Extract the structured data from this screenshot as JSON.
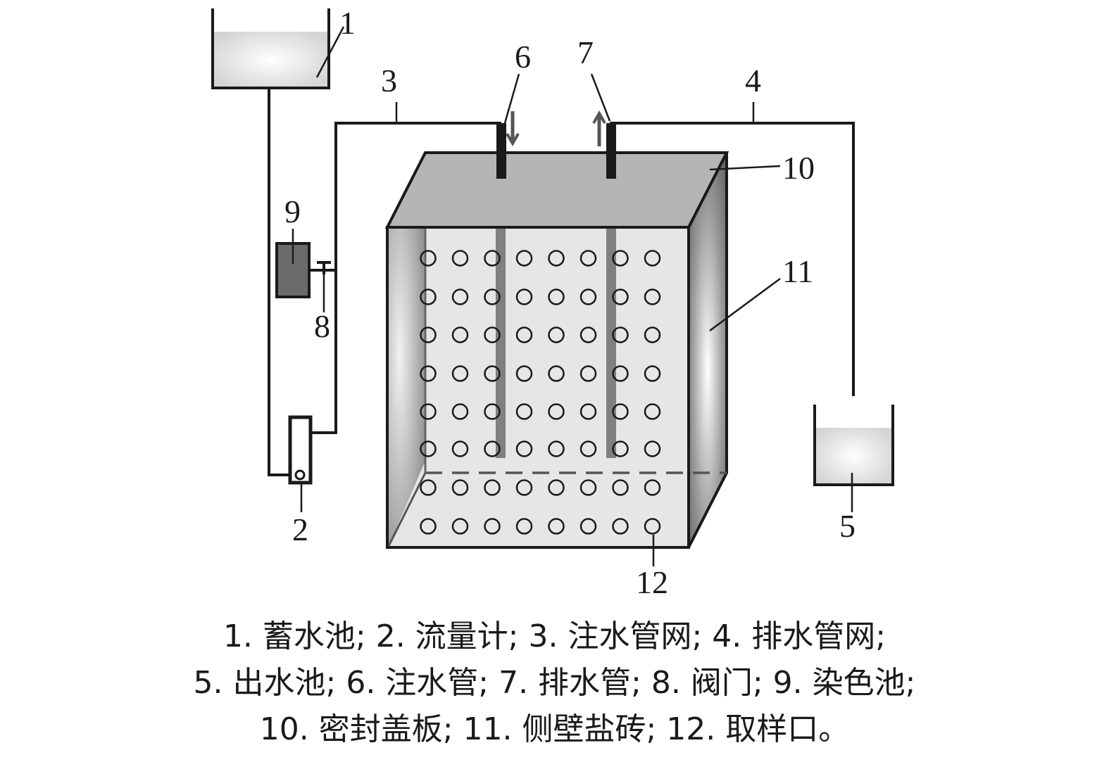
{
  "labels": {
    "n1": "1",
    "n2": "2",
    "n3": "3",
    "n4": "4",
    "n5": "5",
    "n6": "6",
    "n7": "7",
    "n8": "8",
    "n9": "9",
    "n10": "10",
    "n11": "11",
    "n12": "12"
  },
  "caption": {
    "line1": "1. 蓄水池; 2. 流量计; 3. 注水管网; 4. 排水管网;",
    "line2": "5. 出水池; 6. 注水管; 7. 排水管; 8. 阀门; 9. 染色池;",
    "line3": "10. 密封盖板; 11. 侧壁盐砖; 12. 取样口。"
  },
  "sampling_ports": {
    "rows": 8,
    "cols": 8
  },
  "colors": {
    "line": "#1a1a1a",
    "lid": "#b5b5b5",
    "front_face": "#e6e6e6",
    "water": "#dcdcdc",
    "dye_tank": "#6b6b6b",
    "inner_pipe": "#808080"
  }
}
